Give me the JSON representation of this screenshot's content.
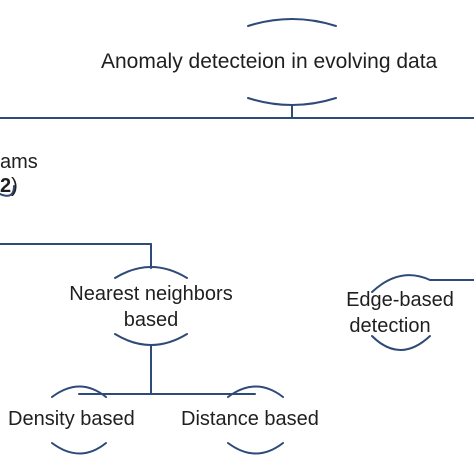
{
  "nodes": {
    "root": {
      "label": "Anomaly detecteion in evolving data"
    },
    "left_branch": {
      "label_line1": "ams",
      "label_line2_bold": "2",
      "label_line2_close": ")"
    },
    "nearest_neighbors": {
      "label_line1": "Nearest neighbors",
      "label_line2": "based"
    },
    "edge_based": {
      "label_line1": "Edge-based",
      "label_line2": "detection"
    },
    "density_based": {
      "label": "Density based"
    },
    "distance_based": {
      "label": "Distance based"
    }
  },
  "colors": {
    "connector": "#2e4a78",
    "text": "#1f1f1f",
    "background": "#ffffff"
  }
}
